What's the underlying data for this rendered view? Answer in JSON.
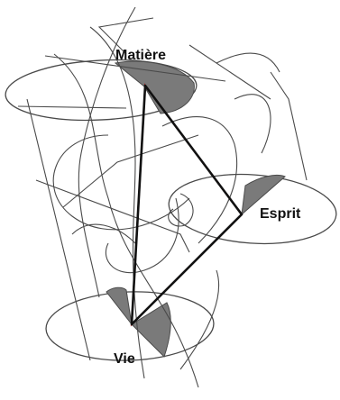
{
  "labels": {
    "matiere": "Matière",
    "esprit": "Esprit",
    "vie": "Vie"
  },
  "colors": {
    "line": "#4a4a4a",
    "shade": "#7a7a7a",
    "triangle": "#111111",
    "triangle_accent": "#b02020"
  }
}
